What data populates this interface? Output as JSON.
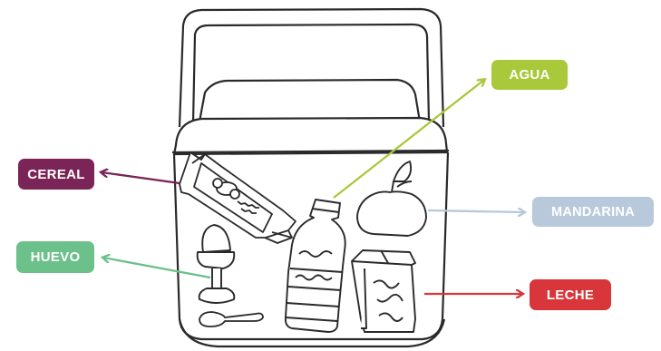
{
  "labels": {
    "agua": "AGUA",
    "cereal": "CEREAL",
    "huevo": "HUEVO",
    "mandarina": "MANDARINA",
    "leche": "LECHE"
  },
  "colors": {
    "agua": "#a9c83a",
    "cereal": "#7a2457",
    "huevo": "#6cc089",
    "mandarina": "#b7c9da",
    "leche": "#d8363a",
    "outline": "#2a2a2a"
  }
}
